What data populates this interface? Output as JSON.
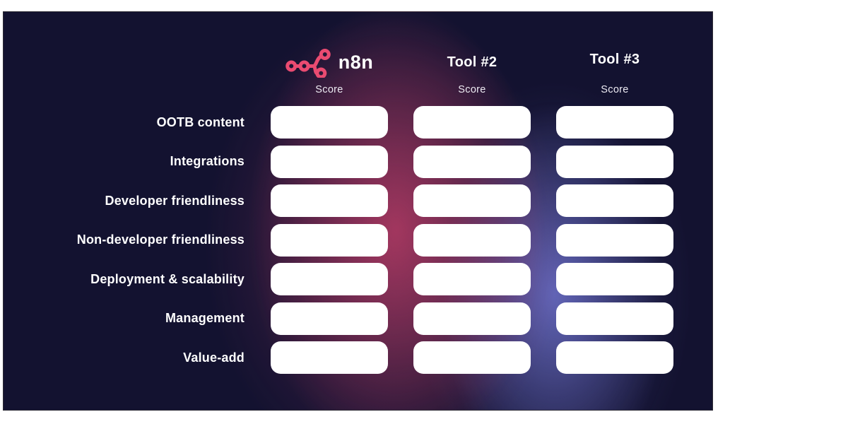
{
  "card": {
    "background_color": "#131230",
    "page_background": "#ffffff",
    "glow_pink_color": "#EC4A74",
    "glow_blue_color": "#7D81E4"
  },
  "columns": [
    {
      "id": "n8n",
      "label": "n8n",
      "score_label": "Score",
      "logo": "n8n-logo",
      "brand_color": "#EA4B71"
    },
    {
      "id": "tool-2",
      "label": "Tool #2",
      "score_label": "Score"
    },
    {
      "id": "tool-3",
      "label": "Tool #3",
      "score_label": "Score"
    }
  ],
  "rows": [
    {
      "label": "OOTB content"
    },
    {
      "label": "Integrations"
    },
    {
      "label": "Developer friendliness"
    },
    {
      "label": "Non-developer friendliness"
    },
    {
      "label": "Deployment & scalability"
    },
    {
      "label": "Management"
    },
    {
      "label": "Value-add"
    }
  ]
}
